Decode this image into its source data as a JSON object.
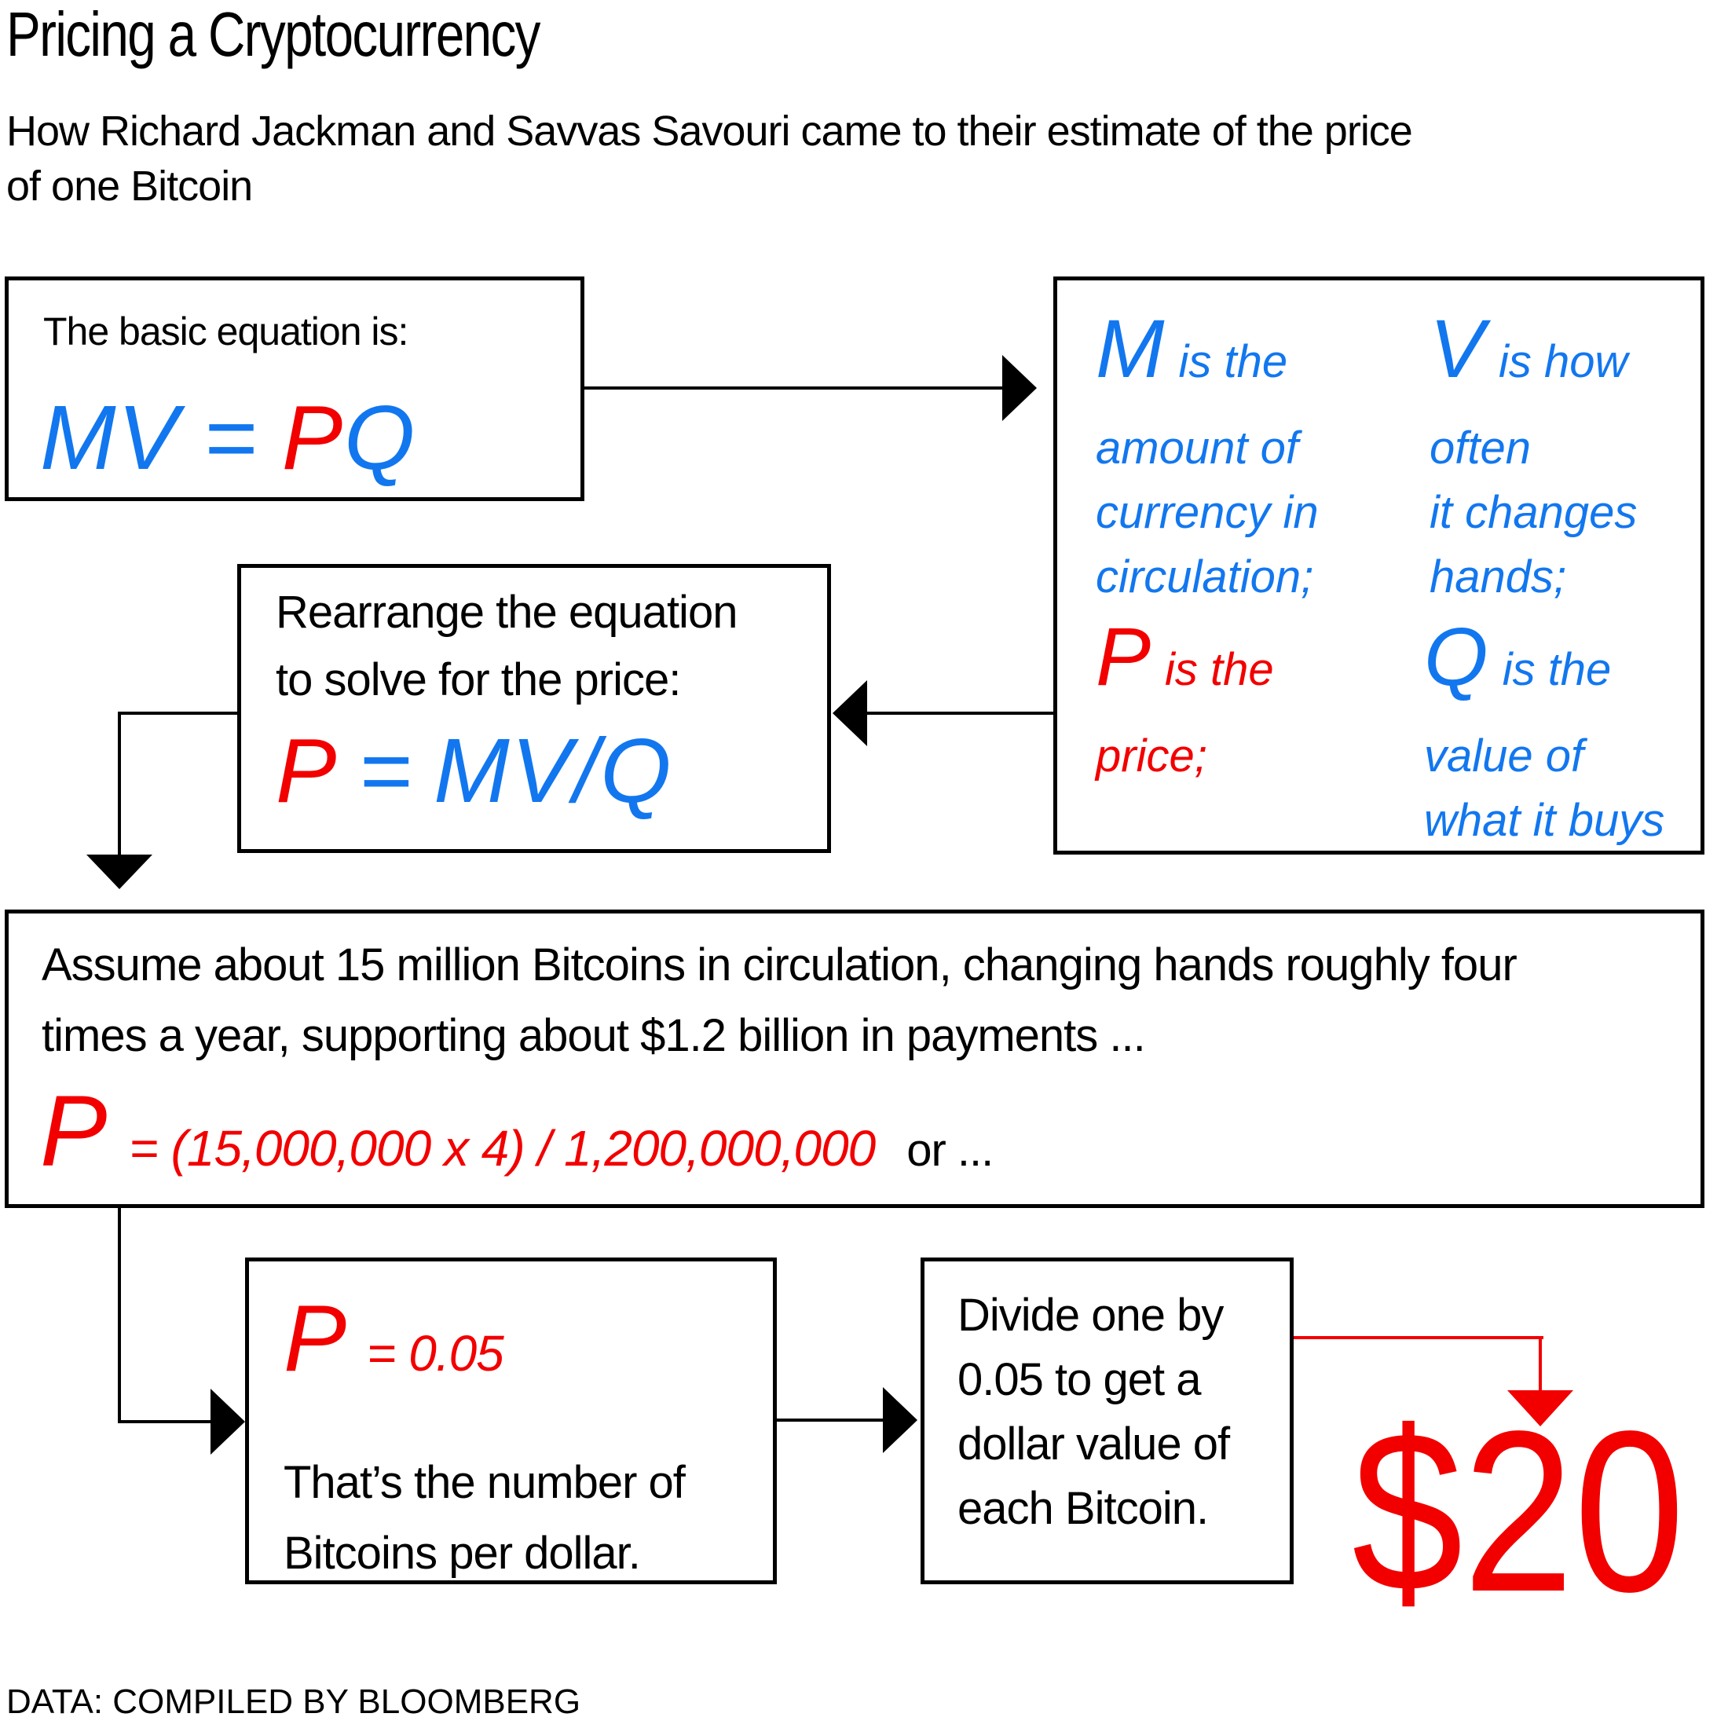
{
  "colors": {
    "blue": "#1277EF",
    "red": "#F20000",
    "black": "#000000",
    "background": "#FFFFFF"
  },
  "header": {
    "title": "Pricing a Cryptocurrency",
    "subtitle": "How Richard Jackman and Savvas Savouri came to their estimate of the price\nof one Bitcoin"
  },
  "box_basic": {
    "label": "The basic equation is:",
    "mv": "MV",
    "equals": "=",
    "p": "P",
    "q": "Q"
  },
  "box_defs": {
    "m": {
      "letter": "M",
      "inline": "is the",
      "lines": "amount of\ncurrency in\ncirculation;"
    },
    "v": {
      "letter": "V",
      "inline": "is how",
      "lines": "often\nit changes\nhands;"
    },
    "p": {
      "letter": "P",
      "inline": "is the",
      "lines": "price;"
    },
    "q": {
      "letter": "Q",
      "inline": "is the",
      "lines": "value of\nwhat it buys"
    }
  },
  "box_rearrange": {
    "text": "Rearrange the equation\nto solve for the price:",
    "p": "P",
    "equals": "=",
    "rest": "MV/Q"
  },
  "box_assume": {
    "text": "Assume about 15 million Bitcoins in circulation, changing hands roughly four\ntimes a year, supporting about $1.2 billion in payments ...",
    "p": "P",
    "formula": "= (15,000,000 x 4) / 1,200,000,000",
    "or": "or ..."
  },
  "box_per_dollar": {
    "p": "P",
    "formula": "= 0.05",
    "text": "That’s the number of\nBitcoins per dollar."
  },
  "box_divide": {
    "text": "Divide one by\n0.05 to get a\ndollar value of\neach Bitcoin."
  },
  "result": {
    "value": "$20"
  },
  "footer": {
    "credit": "DATA: COMPILED BY BLOOMBERG"
  }
}
